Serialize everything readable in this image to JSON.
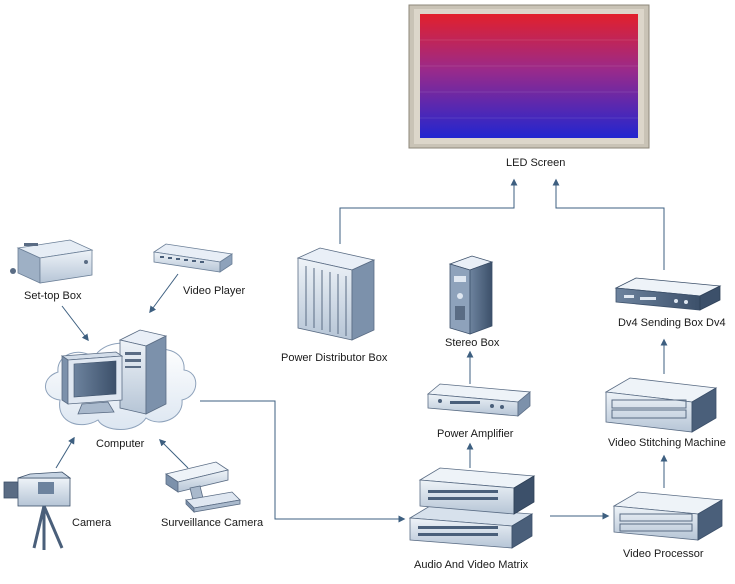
{
  "diagram": {
    "nodes": {
      "led_screen": {
        "label": "LED Screen"
      },
      "set_top_box": {
        "label": "Set-top Box"
      },
      "video_player": {
        "label": "Video Player"
      },
      "computer": {
        "label": "Computer"
      },
      "camera": {
        "label": "Camera"
      },
      "surveillance_camera": {
        "label": "Surveillance Camera"
      },
      "power_distributor_box": {
        "label": "Power Distributor Box"
      },
      "stereo_box": {
        "label": "Stereo Box"
      },
      "power_amplifier": {
        "label": "Power Amplifier"
      },
      "audio_video_matrix": {
        "label": "Audio And Video Matrix"
      },
      "dv4_sending_box": {
        "label": "Dv4 Sending Box Dv4"
      },
      "video_stitching_machine": {
        "label": "Video Stitching Machine"
      },
      "video_processor": {
        "label": "Video Processor"
      }
    },
    "edges": [
      {
        "from": "set_top_box",
        "to": "computer"
      },
      {
        "from": "video_player",
        "to": "computer"
      },
      {
        "from": "camera",
        "to": "computer"
      },
      {
        "from": "surveillance_camera",
        "to": "computer"
      },
      {
        "from": "computer",
        "to": "audio_video_matrix"
      },
      {
        "from": "audio_video_matrix",
        "to": "power_amplifier"
      },
      {
        "from": "power_amplifier",
        "to": "stereo_box"
      },
      {
        "from": "audio_video_matrix",
        "to": "video_processor"
      },
      {
        "from": "video_processor",
        "to": "video_stitching_machine"
      },
      {
        "from": "video_stitching_machine",
        "to": "dv4_sending_box"
      },
      {
        "from": "dv4_sending_box",
        "to": "led_screen"
      },
      {
        "from": "power_distributor_box",
        "to": "led_screen"
      }
    ],
    "colors": {
      "line": "#3d5f80",
      "screen_top": "#d8202e",
      "screen_bottom": "#2224c8",
      "device_light": "#dfe7f1",
      "device_mid": "#a9b9cc",
      "device_dark": "#4a5f7a"
    }
  }
}
